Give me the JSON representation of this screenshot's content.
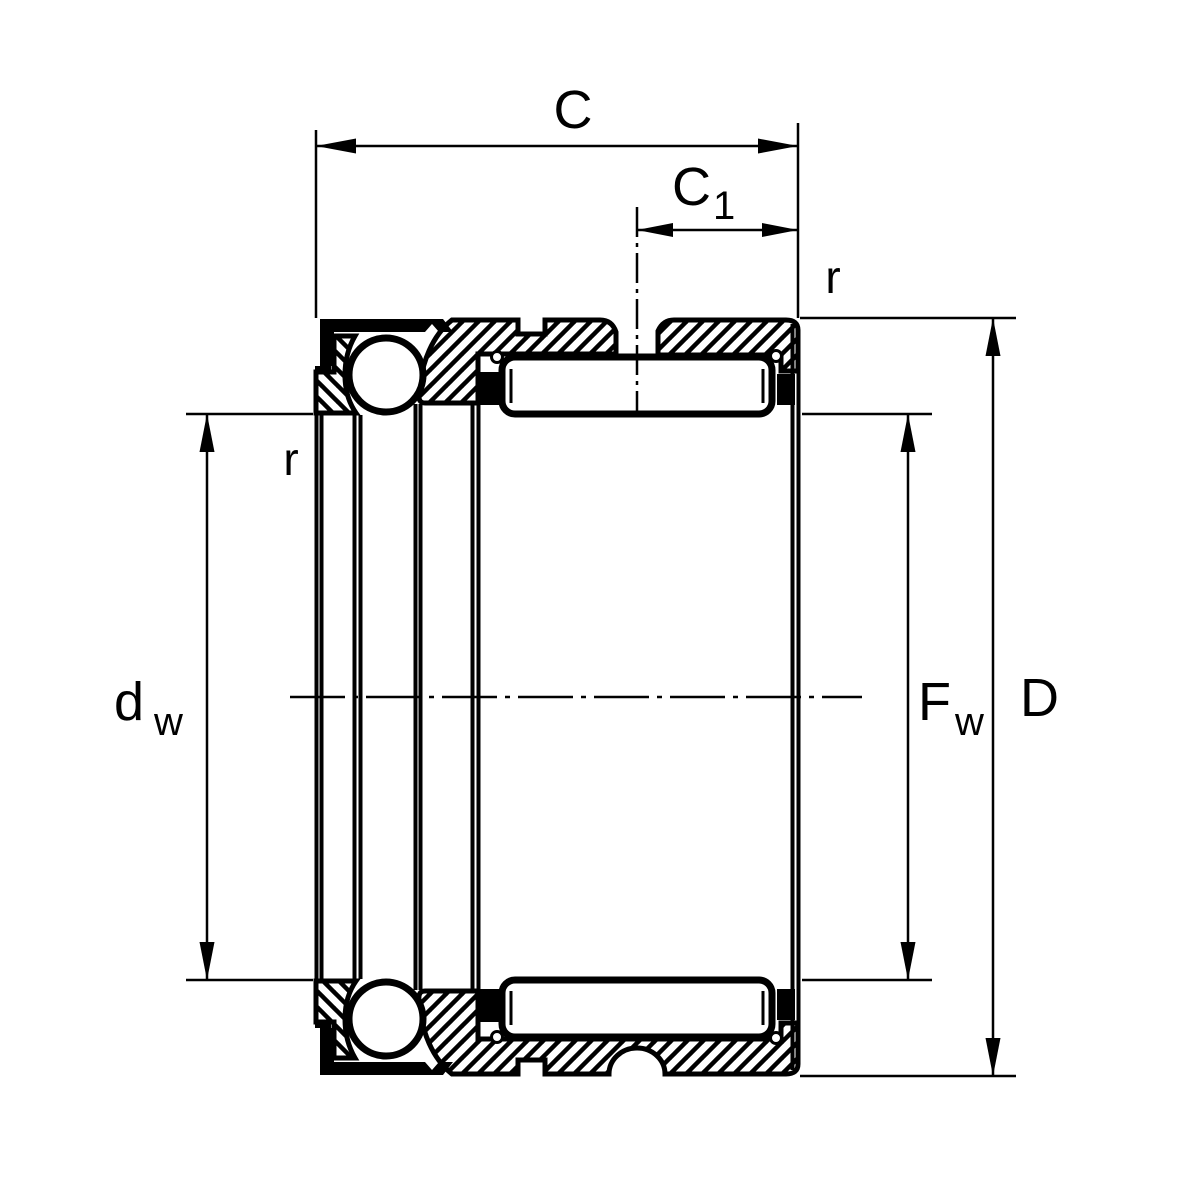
{
  "drawing": {
    "type": "bearing-cross-section",
    "labels": {
      "width": "C",
      "width_inner_main": "C",
      "width_inner_sub": "1",
      "corner_radius_top": "r",
      "corner_radius_left": "r",
      "shaft_dia_main": "d",
      "shaft_dia_sub": "w",
      "roller_inner_dia_main": "F",
      "roller_inner_dia_sub": "w",
      "outer_dia": "D"
    },
    "colors": {
      "line": "#000000",
      "background": "#ffffff",
      "seal_fill": "#000000"
    }
  }
}
